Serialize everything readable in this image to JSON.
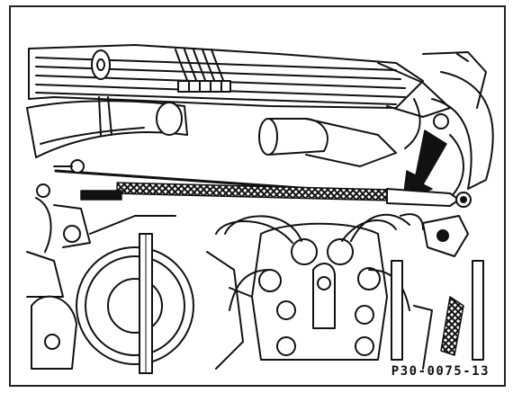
{
  "figure": {
    "code": "P30-0075-13"
  },
  "colors": {
    "ink": "#111111",
    "paper": "#ffffff",
    "shade": "#777777"
  },
  "parts": [
    "valve-cover",
    "spark-plug-wires",
    "upper-hose",
    "intake-pipe",
    "throttle-linkage-rod",
    "pointer-arrow",
    "distributor-cap",
    "pulley",
    "throttle-body-lever"
  ]
}
